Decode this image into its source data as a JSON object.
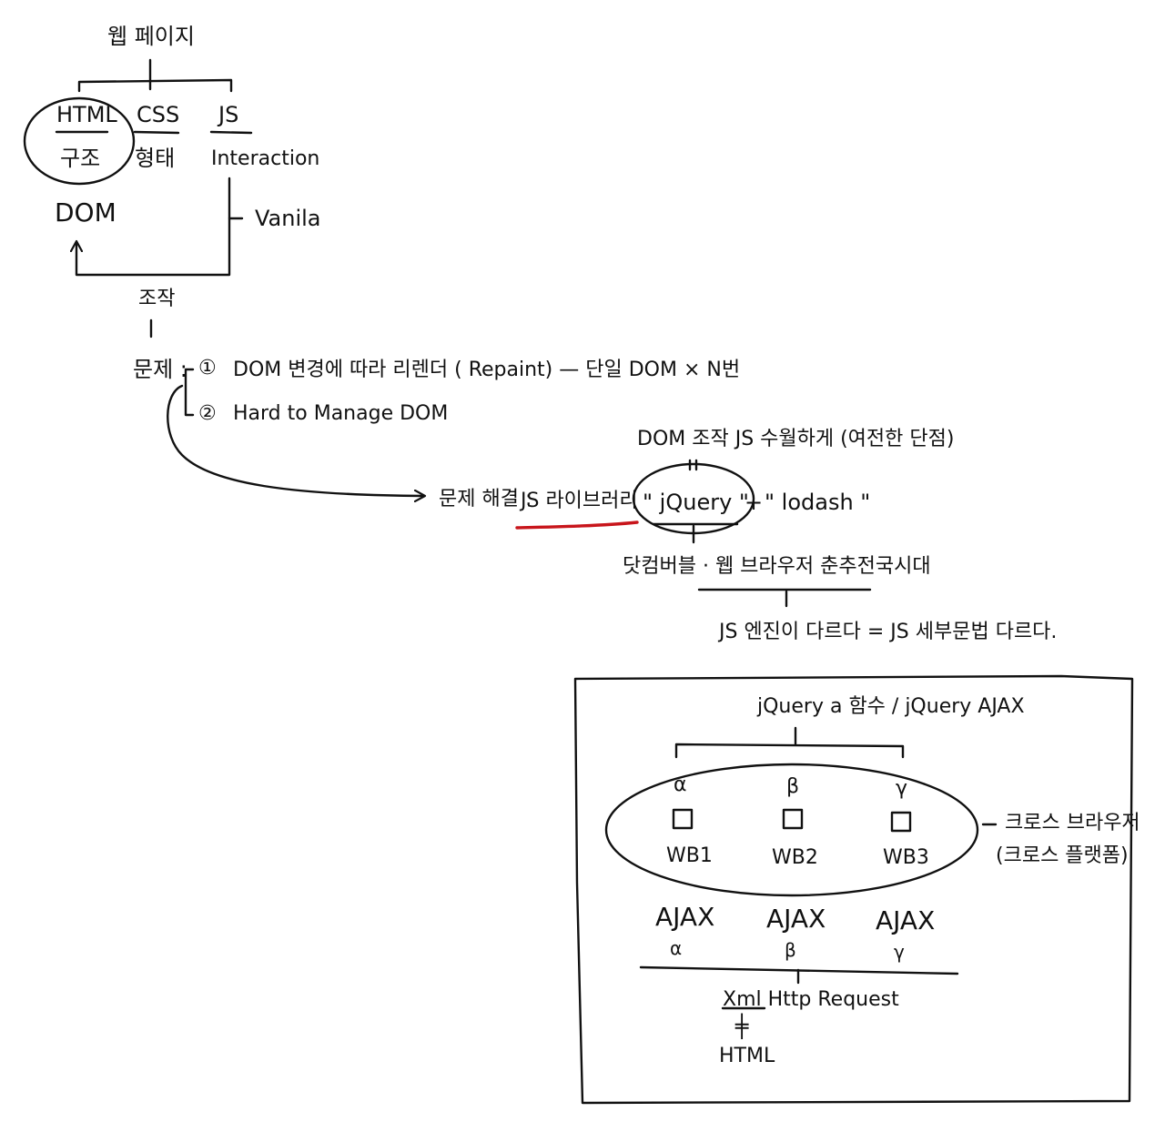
{
  "top": {
    "web_page": "웹 페이지",
    "html": "HTML",
    "css": "CSS",
    "js": "JS",
    "structure": "구조",
    "style": "형태",
    "interaction": "Interaction",
    "dom": "DOM",
    "vanila": "Vanila",
    "manipulate": "조작",
    "one": "1"
  },
  "problems": {
    "label": "문제 :",
    "n1": "①",
    "p1": "DOM 변경에 따라 리렌더 ( Repaint) — 단일 DOM × N번",
    "n2": "②",
    "p2": "Hard to Manage DOM"
  },
  "solution": {
    "dom_easier": "DOM 조작 JS 수월하게 (여전한 단점)",
    "equals": "||",
    "label": "문제 해결 :",
    "library": "JS 라이브러리",
    "jquery": "\" jQuery \"",
    "plus": "+",
    "lodash": "\" lodash \"",
    "era": "닷컴버블 · 웹 브라우저 춘추전국시대",
    "engine": "JS 엔진이 다르다 = JS 세부문법 다르다."
  },
  "box": {
    "title": "jQuery a 함수 / jQuery AJAX",
    "browsers": [
      {
        "greek": "α",
        "name": "WB1"
      },
      {
        "greek": "β",
        "name": "WB2"
      },
      {
        "greek": "γ",
        "name": "WB3"
      }
    ],
    "cross_browser": "크로스 브라우저",
    "cross_platform": "(크로스 플랫폼)",
    "ajax": [
      {
        "label": "AJAX",
        "greek": "α"
      },
      {
        "label": "AJAX",
        "greek": "β"
      },
      {
        "label": "AJAX",
        "greek": "γ"
      }
    ],
    "xhr": "Xml Http Request",
    "not_equal": "╪",
    "html": "HTML"
  }
}
